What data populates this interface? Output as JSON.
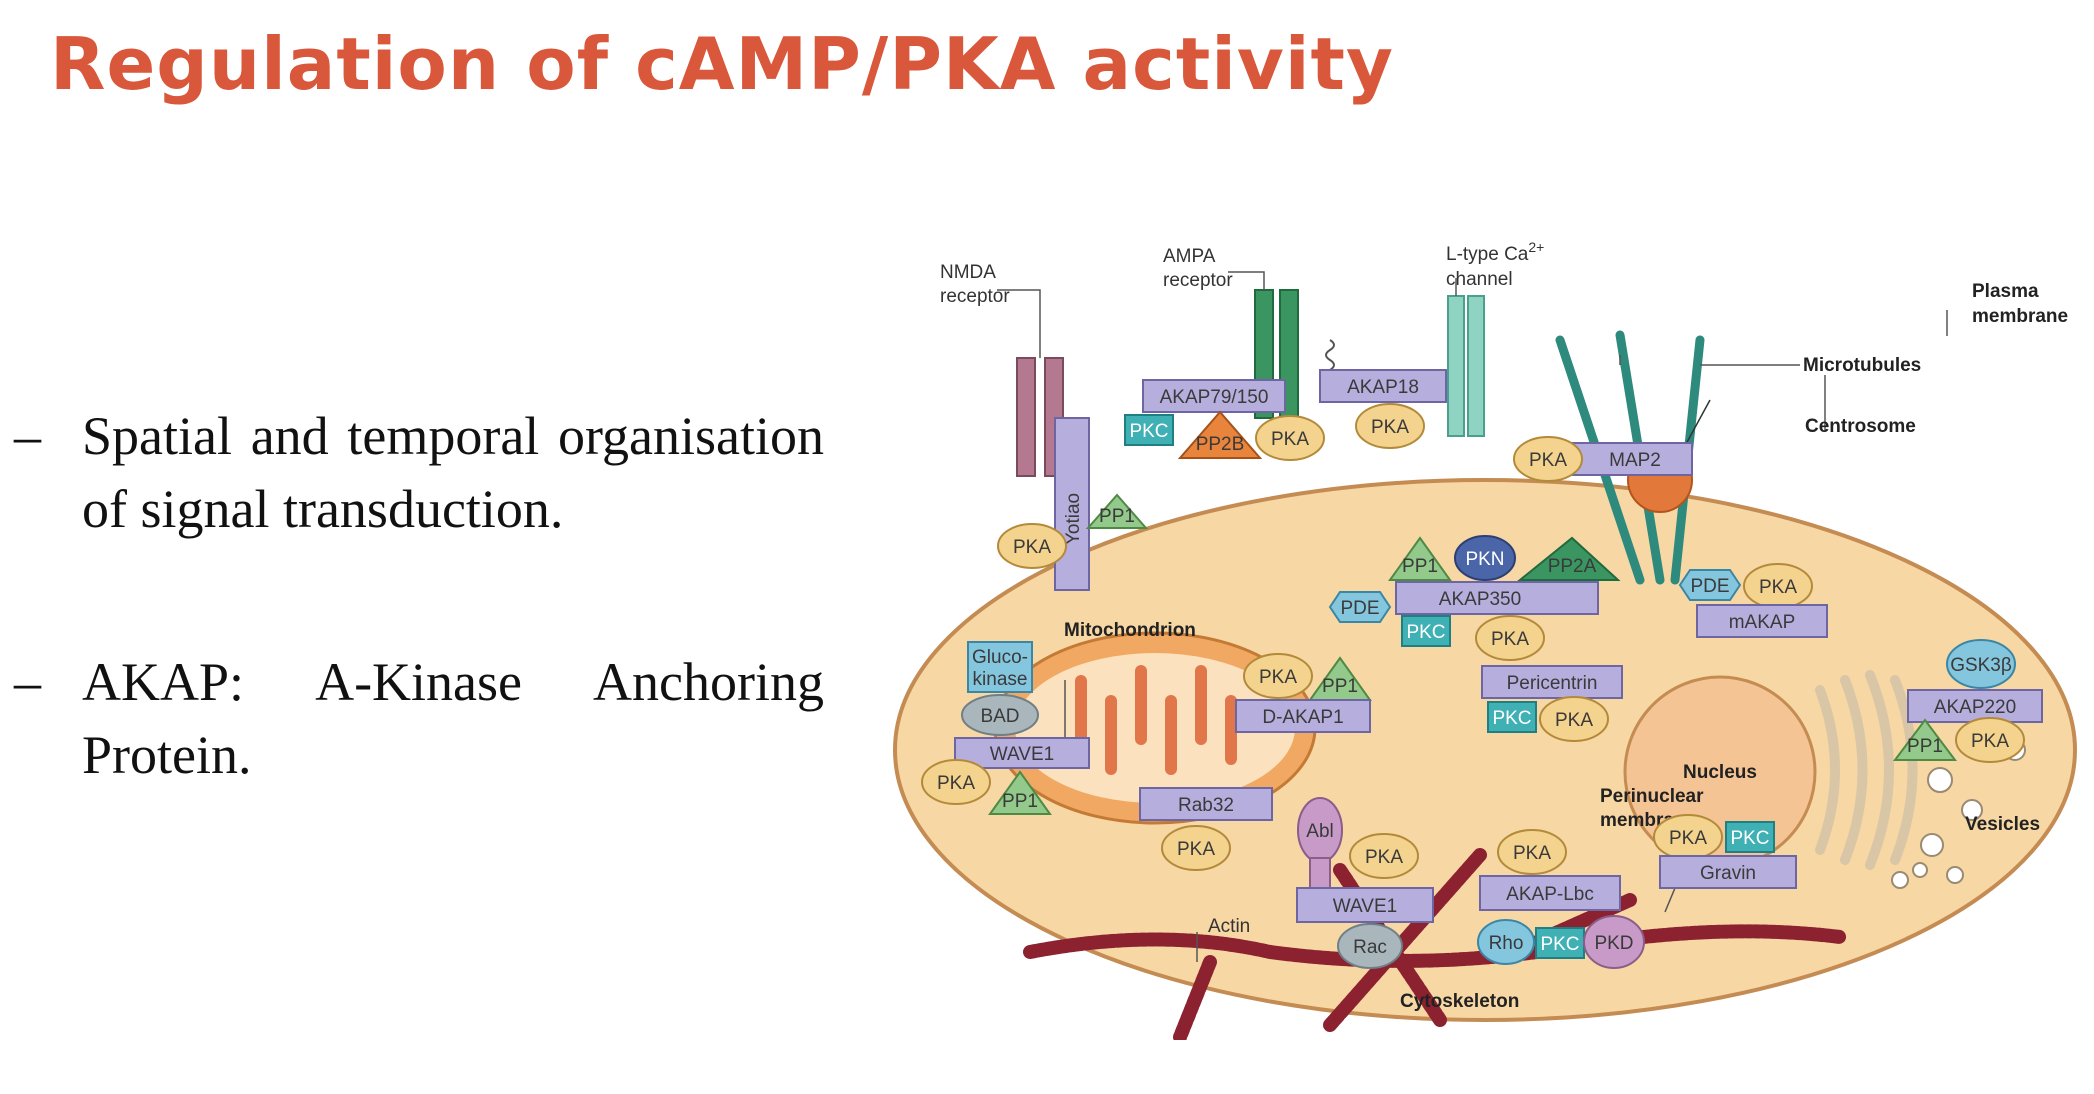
{
  "slide": {
    "title": "Regulation of cAMP/PKA activity",
    "bullets": [
      {
        "marker": "–",
        "text": "Spatial and temporal organisation of signal transduction."
      },
      {
        "marker": "–",
        "text": "AKAP: A-Kinase Anchoring Protein."
      }
    ]
  },
  "diagram": {
    "labels": {
      "nmda_1": "NMDA",
      "nmda_2": "receptor",
      "ampa_1": "AMPA",
      "ampa_2": "receptor",
      "ltype_1": "L-type Ca",
      "ltype_sup": "2+",
      "ltype_2": "channel",
      "plasma_1": "Plasma",
      "plasma_2": "membrane",
      "microtubules": "Microtubules",
      "centrosome": "Centrosome",
      "mitochondrion": "Mitochondrion",
      "nucleus": "Nucleus",
      "perinuclear_1": "Perinuclear",
      "perinuclear_2": "membrane",
      "vesicles": "Vesicles",
      "actin": "Actin",
      "cytoskeleton": "Cytoskeleton"
    },
    "proteins": {
      "akap79": "AKAP79/150",
      "pkc_a": "PKC",
      "pp2b": "PP2B",
      "pka_a": "PKA",
      "akap18": "AKAP18",
      "pka_b": "PKA",
      "yotiao": "Yotiao",
      "pp1_a": "PP1",
      "pka_c": "PKA",
      "map2": "MAP2",
      "pka_d": "PKA",
      "pp1_b": "PP1",
      "pkn": "PKN",
      "pp2a": "PP2A",
      "akap350": "AKAP350",
      "pde_a": "PDE",
      "pkc_b": "PKC",
      "pka_e": "PKA",
      "pde_b": "PDE",
      "pka_f": "PKA",
      "makap": "mAKAP",
      "pericentrin": "Pericentrin",
      "pkc_c": "PKC",
      "pka_g": "PKA",
      "gsk3b": "GSK3β",
      "akap220": "AKAP220",
      "pp1_c": "PP1",
      "pka_h": "PKA",
      "glucokinase_1": "Gluco-",
      "glucokinase_2": "kinase",
      "bad": "BAD",
      "wave1_a": "WAVE1",
      "pka_i": "PKA",
      "pp1_d": "PP1",
      "pka_j": "PKA",
      "pp1_e": "PP1",
      "dakap1": "D-AKAP1",
      "rab32": "Rab32",
      "pka_k": "PKA",
      "abl": "Abl",
      "pka_l": "PKA",
      "wave1_b": "WAVE1",
      "rac": "Rac",
      "pka_m": "PKA",
      "akaplbc": "AKAP-Lbc",
      "rho": "Rho",
      "pkc_d": "PKC",
      "pkd": "PKD",
      "pka_n": "PKA",
      "pkc_e": "PKC",
      "gravin": "Gravin"
    },
    "colors": {
      "cell": "#f7d7a4",
      "cell_border": "#c48c52",
      "akap": "#b6aedd",
      "pka": "#f4d38e",
      "pp1": "#93c98a",
      "pkc": "#3fb0b4",
      "pp2b": "#e8843c",
      "receptor_nmda": "#b47891",
      "receptor_ampa": "#3b9561",
      "channel": "#8fd3c3",
      "microtubule": "#2e8a7c",
      "mito": "#f0a862",
      "nucleus": "#f5c494",
      "actin": "#8c2130",
      "pde": "#85c6df"
    }
  }
}
